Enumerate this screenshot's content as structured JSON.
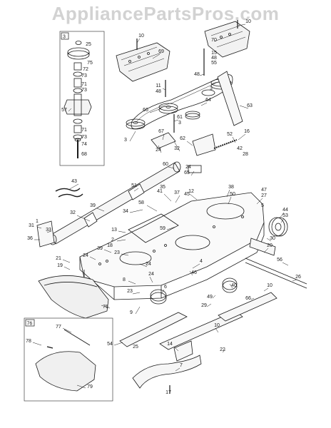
{
  "watermark": "AppliancePartsPros.com",
  "inset_box_3_label": "3",
  "inset_box_76_label": "76",
  "callouts": [
    {
      "text": "10"
    },
    {
      "text": "69"
    },
    {
      "text": "10"
    },
    {
      "text": "70"
    },
    {
      "text": "15"
    },
    {
      "text": "48"
    },
    {
      "text": "55"
    },
    {
      "text": "48"
    },
    {
      "text": "11"
    },
    {
      "text": "48"
    },
    {
      "text": "64"
    },
    {
      "text": "63"
    },
    {
      "text": "3"
    },
    {
      "text": "61"
    },
    {
      "text": "3"
    },
    {
      "text": "66"
    },
    {
      "text": "3"
    },
    {
      "text": "67"
    },
    {
      "text": "62"
    },
    {
      "text": "52"
    },
    {
      "text": "16"
    },
    {
      "text": "42"
    },
    {
      "text": "28"
    },
    {
      "text": "24"
    },
    {
      "text": "32"
    },
    {
      "text": "24"
    },
    {
      "text": "65"
    },
    {
      "text": "60"
    },
    {
      "text": "43"
    },
    {
      "text": "51"
    },
    {
      "text": "41"
    },
    {
      "text": "35"
    },
    {
      "text": "12"
    },
    {
      "text": "37"
    },
    {
      "text": "45"
    },
    {
      "text": "34"
    },
    {
      "text": "38"
    },
    {
      "text": "50"
    },
    {
      "text": "47"
    },
    {
      "text": "27"
    },
    {
      "text": "5"
    },
    {
      "text": "44"
    },
    {
      "text": "53"
    },
    {
      "text": "32"
    },
    {
      "text": "39"
    },
    {
      "text": "58"
    },
    {
      "text": "59"
    },
    {
      "text": "31"
    },
    {
      "text": "1"
    },
    {
      "text": "36"
    },
    {
      "text": "13"
    },
    {
      "text": "2"
    },
    {
      "text": "18"
    },
    {
      "text": "23"
    },
    {
      "text": "24"
    },
    {
      "text": "20"
    },
    {
      "text": "39"
    },
    {
      "text": "24"
    },
    {
      "text": "21"
    },
    {
      "text": "19"
    },
    {
      "text": "24"
    },
    {
      "text": "46"
    },
    {
      "text": "56"
    },
    {
      "text": "8"
    },
    {
      "text": "23"
    },
    {
      "text": "26"
    },
    {
      "text": "40"
    },
    {
      "text": "49"
    },
    {
      "text": "29"
    },
    {
      "text": "10"
    },
    {
      "text": "76"
    },
    {
      "text": "9"
    },
    {
      "text": "66"
    },
    {
      "text": "77"
    },
    {
      "text": "78"
    },
    {
      "text": "54"
    },
    {
      "text": "25"
    },
    {
      "text": "10"
    },
    {
      "text": "14"
    },
    {
      "text": "22"
    },
    {
      "text": "79"
    },
    {
      "text": "7"
    },
    {
      "text": "17"
    },
    {
      "text": "25"
    },
    {
      "text": "75"
    },
    {
      "text": "72"
    },
    {
      "text": "73"
    },
    {
      "text": "71"
    },
    {
      "text": "73"
    },
    {
      "text": "57"
    },
    {
      "text": "71"
    },
    {
      "text": "73"
    },
    {
      "text": "74"
    },
    {
      "text": "68"
    },
    {
      "text": "30"
    },
    {
      "text": "33"
    },
    {
      "text": "4"
    },
    {
      "text": "6"
    }
  ]
}
